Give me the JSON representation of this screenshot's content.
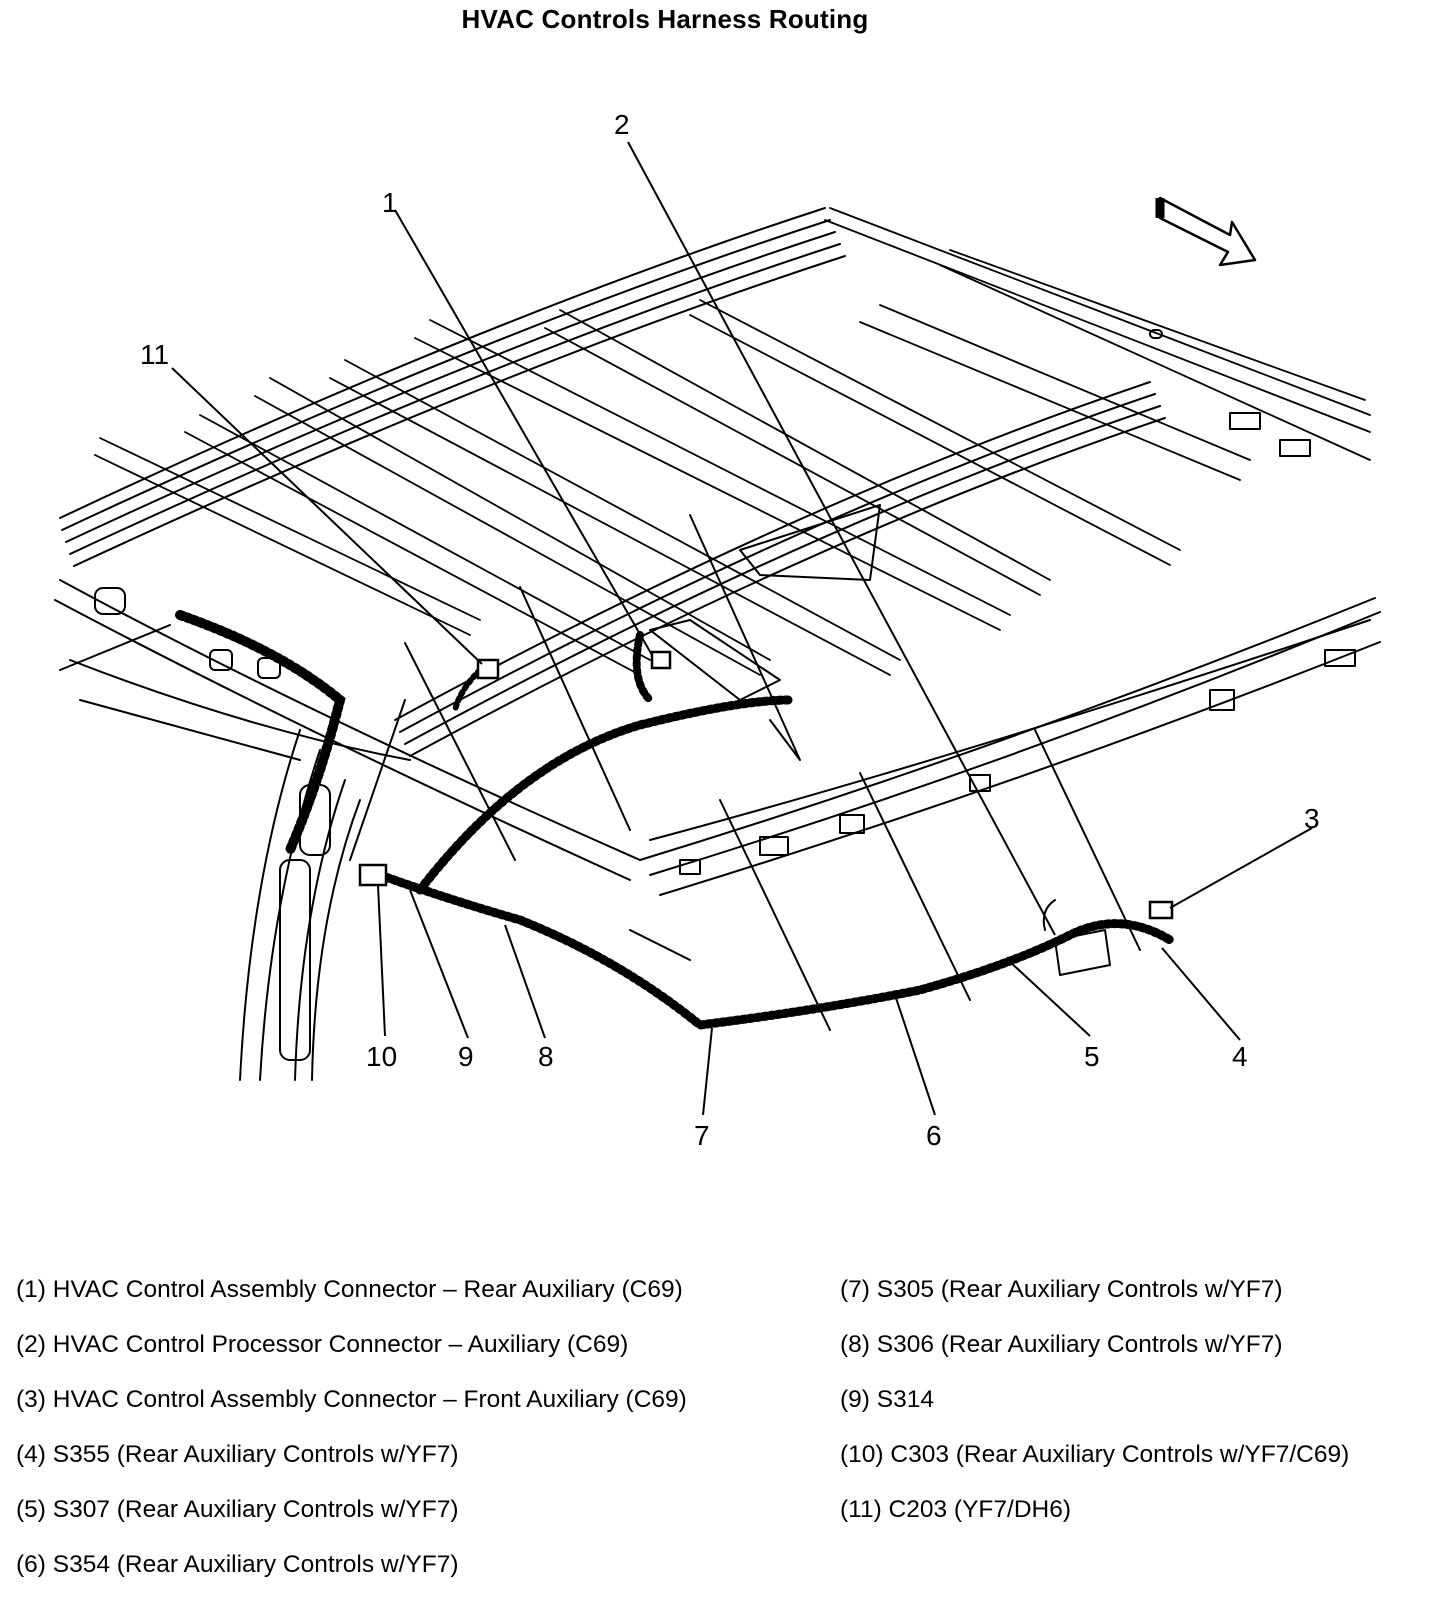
{
  "title": "HVAC Controls Harness Routing",
  "callouts": [
    "1",
    "2",
    "3",
    "4",
    "5",
    "6",
    "7",
    "8",
    "9",
    "10",
    "11"
  ],
  "legend": {
    "left": [
      "(1) HVAC Control Assembly Connector – Rear Auxiliary (C69)",
      "(2) HVAC Control Processor Connector – Auxiliary (C69)",
      "(3) HVAC Control Assembly Connector – Front Auxiliary (C69)",
      "(4) S355 (Rear Auxiliary Controls w/YF7)",
      "(5) S307 (Rear Auxiliary Controls w/YF7)",
      "(6) S354 (Rear Auxiliary Controls w/YF7)"
    ],
    "right": [
      "(7) S305 (Rear Auxiliary Controls w/YF7)",
      "(8) S306 (Rear Auxiliary Controls w/YF7)",
      "(9) S314",
      "(10) C303 (Rear Auxiliary Controls w/YF7/C69)",
      "(11) C203 (YF7/DH6)"
    ]
  },
  "colors": {
    "ink": "#000000",
    "paper": "#ffffff"
  },
  "icons": {
    "direction": "arrow-icon"
  }
}
